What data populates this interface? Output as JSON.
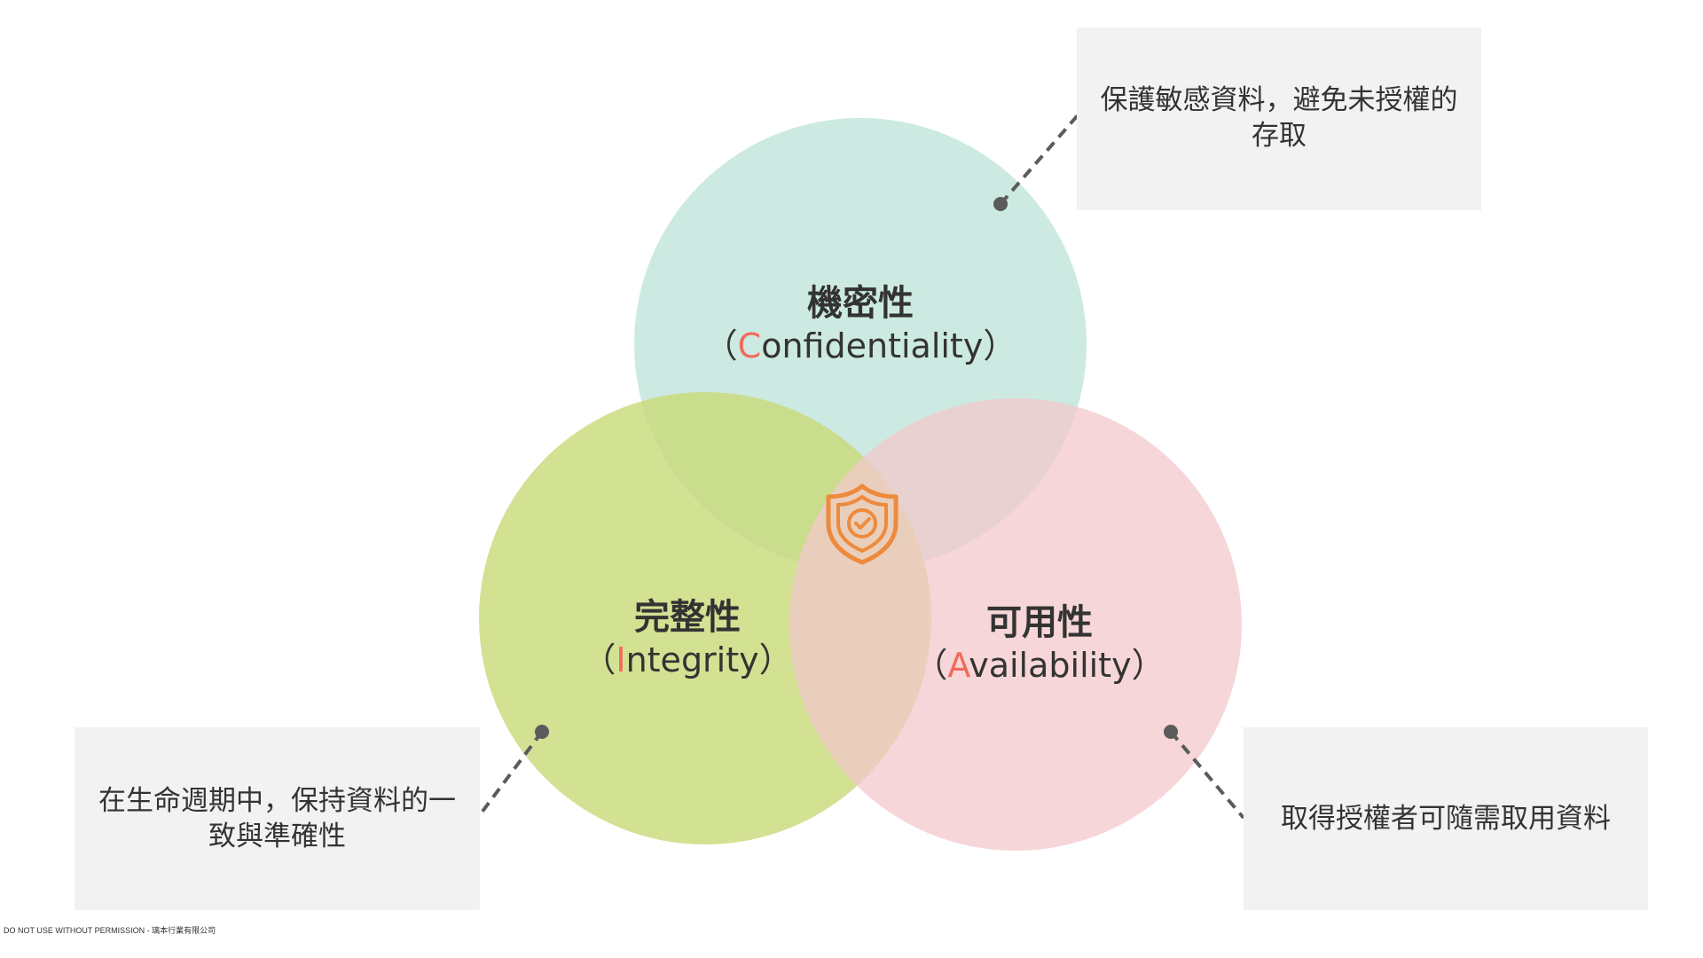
{
  "circles": {
    "confidentiality": {
      "title": "機密性",
      "open_paren": "（",
      "initial": "C",
      "rest": "onfidentiality",
      "close_paren": "）",
      "color": "#c9e9e0"
    },
    "integrity": {
      "title": "完整性",
      "open_paren": "（",
      "initial": "I",
      "rest": "ntegrity",
      "close_paren": "）",
      "color": "#d3e08e"
    },
    "availability": {
      "title": "可用性",
      "open_paren": "（",
      "initial": "A",
      "rest": "vailability",
      "close_paren": "）",
      "color": "#f5d3d5"
    }
  },
  "notes": {
    "confidentiality": "保護敏感資料，避免未授權的存取",
    "integrity": "在生命週期中，保持資料的一致與準確性",
    "availability": "取得授權者可隨需取用資料"
  },
  "center_icon": "shield-check-icon",
  "accent_color": "#f26a5a",
  "icon_color": "#ee8a3c",
  "footer": "DO NOT USE WITHOUT PERMISSION - 璃本行業有限公司"
}
